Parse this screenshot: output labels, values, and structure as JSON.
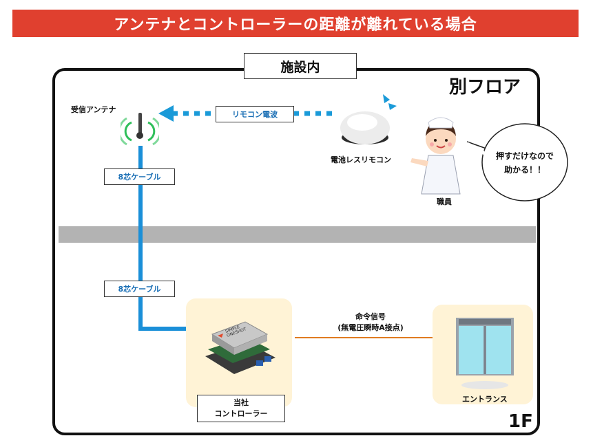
{
  "title": "アンテナとコントローラーの距離が離れている場合",
  "facility_label": "施設内",
  "floor_upper_label": "別フロア",
  "floor_lower_label": "1F",
  "antenna_label": "受信アンテナ",
  "remote_signal_label": "リモコン電波",
  "remote_label": "電池レスリモコン",
  "speech_bubble_lines": [
    "押すだけなので",
    "助かる！！"
  ],
  "staff_label": "職員",
  "cable_label_upper": "8芯ケーブル",
  "cable_label_lower": "8芯ケーブル",
  "command_signal_lines": [
    "命令信号",
    "(無電圧瞬時A接点)"
  ],
  "controller_label_lines": [
    "当社",
    "コントローラー"
  ],
  "device_brand_lines": [
    "SIMPLE",
    "ONESHOT"
  ],
  "entrance_label": "エントランス",
  "colors": {
    "banner": "#e0402f",
    "cable": "#1a8fd8",
    "signal_dots": "#1a9ad8",
    "command_arrow": "#e07b20",
    "panel_bg": "#fff3d6",
    "floor_divider": "#b3b3b3",
    "antenna_waves": "#2fbf5a"
  }
}
